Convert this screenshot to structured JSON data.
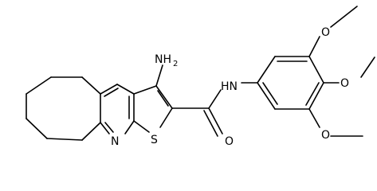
{
  "molecule": {
    "labels": {
      "amino_N": "NH",
      "amino_sub": "2",
      "amide_NH": "HN",
      "carbonyl_O": "O",
      "ring_N": "N",
      "ring_S": "S",
      "methoxy_top_O": "O",
      "methoxy_mid_O": "O",
      "methoxy_bot_O": "O"
    }
  }
}
